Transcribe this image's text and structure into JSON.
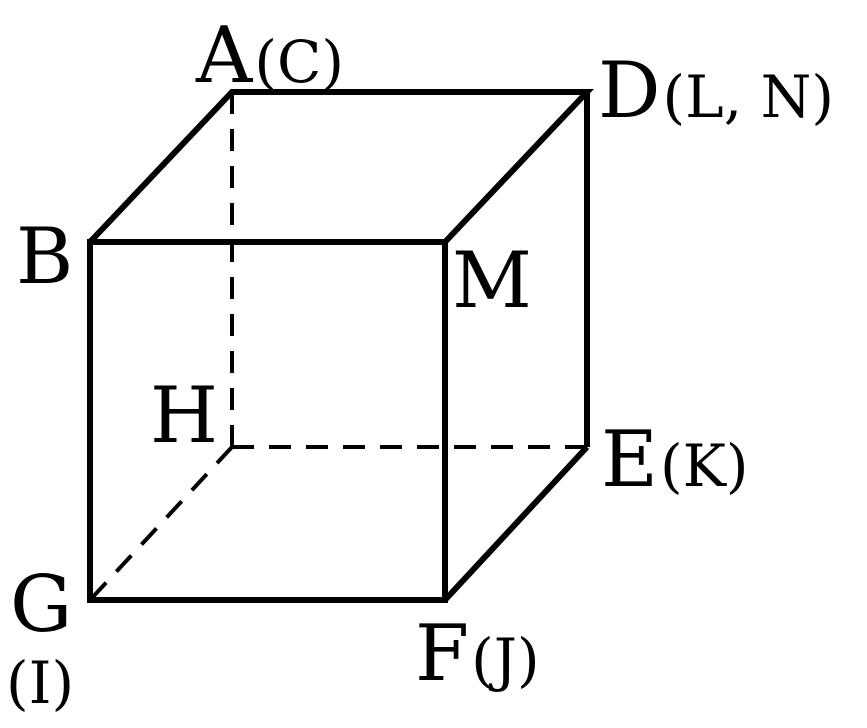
{
  "colors": {
    "line": "#000000",
    "background": "#ffffff",
    "text": "#000000"
  },
  "labels": {
    "A": {
      "main": "A",
      "paren": "(C)"
    },
    "D": {
      "main": "D",
      "paren": "(L, N)"
    },
    "B": {
      "main": "B"
    },
    "M": {
      "main": "M"
    },
    "H": {
      "main": "H"
    },
    "E": {
      "main": "E",
      "paren": "(K)"
    },
    "G": {
      "main": "G",
      "paren": "(I)"
    },
    "F": {
      "main": "F",
      "paren": "(J)"
    }
  }
}
